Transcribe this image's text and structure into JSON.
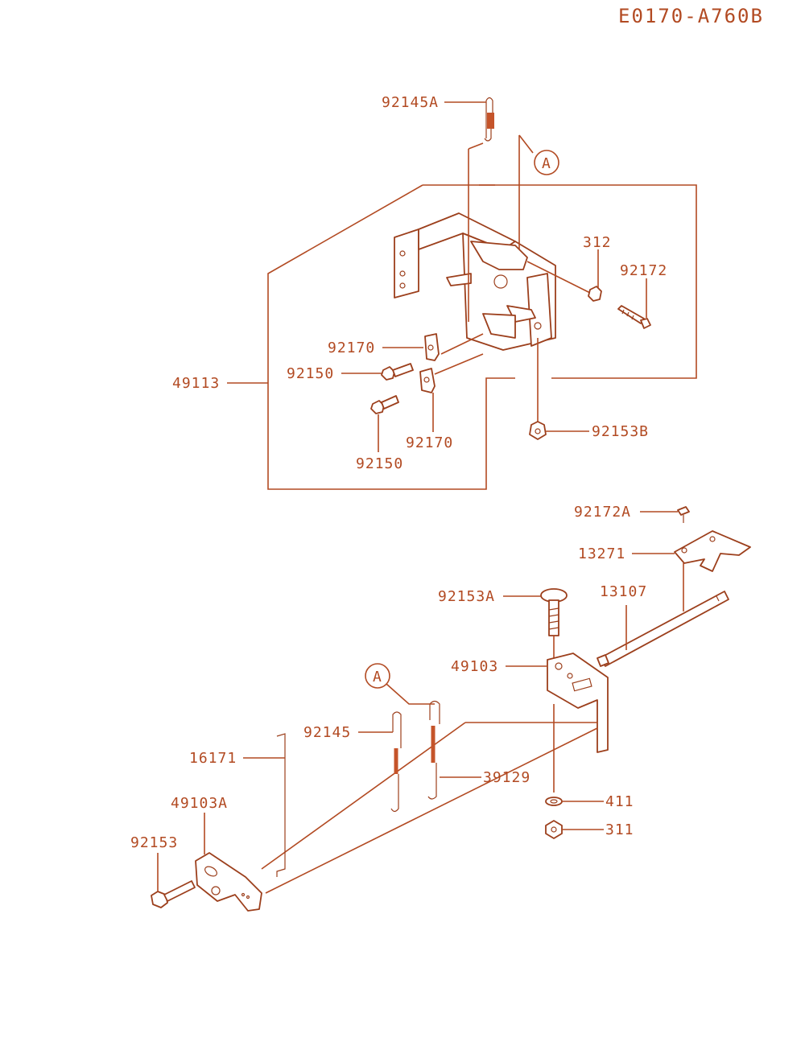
{
  "diagram_code": "E0170-A760B",
  "callout_letter": "A",
  "labels": {
    "p92145A": "92145A",
    "p312": "312",
    "p92172": "92172",
    "p92170a": "92170",
    "p92150a": "92150",
    "p49113": "49113",
    "p92153B": "92153B",
    "p92170b": "92170",
    "p92150b": "92150",
    "p92172A": "92172A",
    "p13271": "13271",
    "p92153A": "92153A",
    "p13107": "13107",
    "p49103": "49103",
    "p92145": "92145",
    "p16171": "16171",
    "p39129": "39129",
    "p49103A": "49103A",
    "p411": "411",
    "p311": "311",
    "p92153": "92153"
  },
  "colors": {
    "line": "#b24a22",
    "spring": "#c5542a",
    "background": "#ffffff"
  }
}
